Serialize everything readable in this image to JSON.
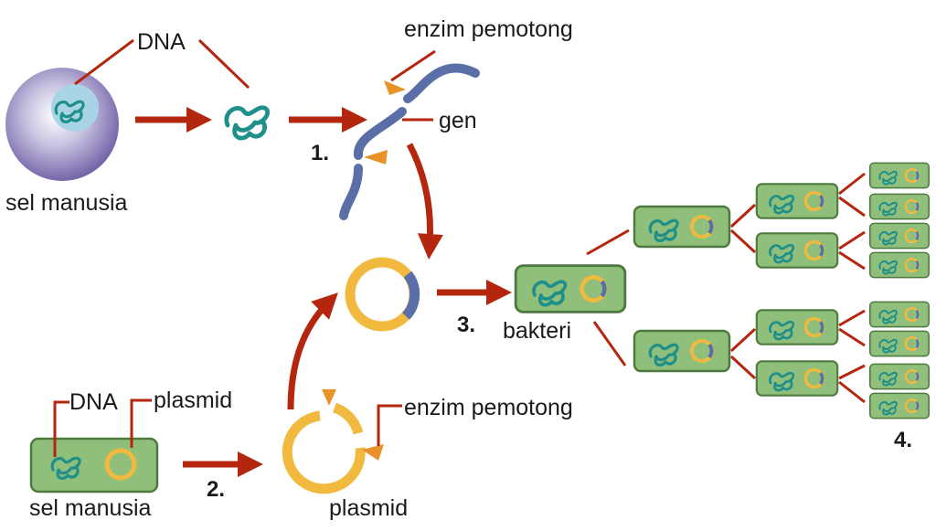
{
  "labels": {
    "dna_top": "DNA",
    "enzyme_top": "enzim pemotong",
    "gene": "gen",
    "human_cell_top": "sel manusia",
    "dna_bottom": "DNA",
    "plasmid_bottom_label": "plasmid",
    "human_cell_bottom": "sel manusia",
    "enzyme_bottom": "enzim pemotong",
    "plasmid_cut": "plasmid",
    "bacteria": "bakteri"
  },
  "steps": [
    "1.",
    "2.",
    "3.",
    "4."
  ],
  "colors": {
    "cell_purple": "#8a7db8",
    "nucleus": "#a9d4e6",
    "dna_teal": "#1f8f8a",
    "chromosome_blue": "#5a6fa8",
    "plasmid_yellow": "#f2b93f",
    "enzyme_orange": "#e9922a",
    "arrow_red": "#b5260f",
    "bacteria_green": "#8fbf7a",
    "bacteria_border": "#4d7a3f"
  },
  "icons": [
    "arrow-icon",
    "scissor-enzyme-icon",
    "dna-coil-icon",
    "plasmid-ring-icon"
  ]
}
